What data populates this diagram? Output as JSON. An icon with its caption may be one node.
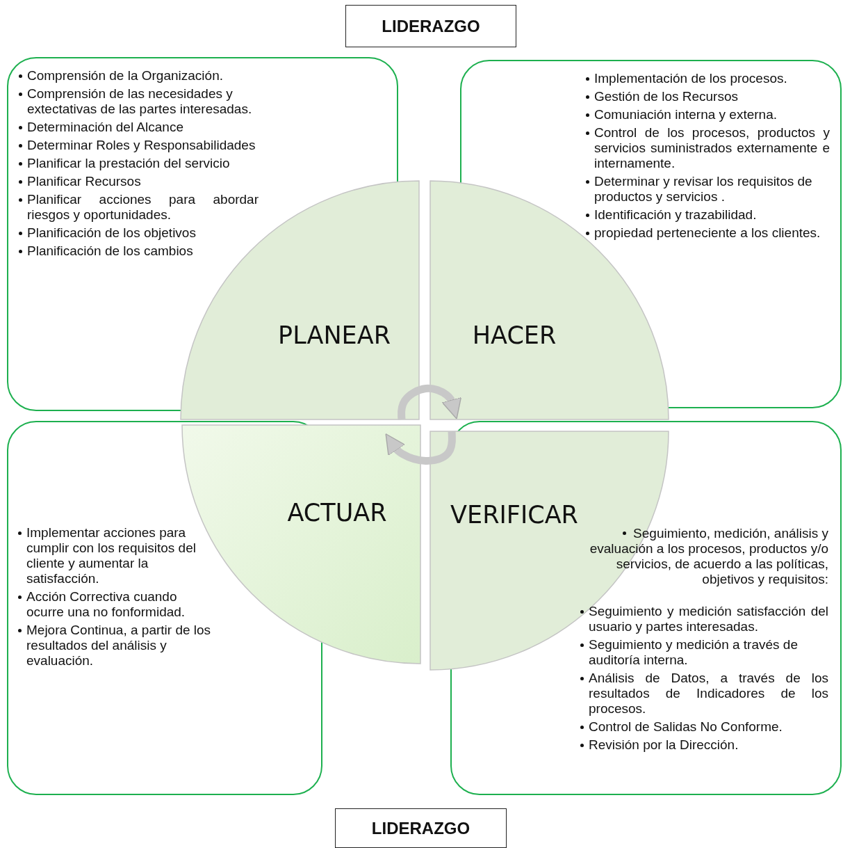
{
  "diagram": {
    "nodes": [
      {
        "text": [
          "LIDERAZGO"
        ]
      },
      {
        "text": [
          "Comprensión de la Organización.",
          "Comprensión de las necesidades y extectativas de las partes interesadas.",
          "Determinación del Alcance",
          "Determinar Roles y Responsabilidades",
          "Planificar la prestación del servicio",
          "Planificar Recursos",
          "Planificar acciones para abordar riesgos y oportunidades.",
          "Planificación de los objetivos",
          "Planificación de los cambios"
        ]
      },
      {
        "text": [
          "Implementación de los procesos.",
          "Gestión de los Recursos",
          "Comuniación interna y externa.",
          "Control de los procesos, productos y servicios suministrados externamente e internamente.",
          "Determinar y revisar los requisitos de productos y servicios .",
          "Identificación y trazabilidad.",
          "propiedad perteneciente a los clientes."
        ]
      },
      {
        "text": [
          "PLANEAR"
        ]
      },
      {
        "text": [
          "HACER"
        ]
      },
      {
        "text": [
          "ACTUAR"
        ]
      },
      {
        "text": [
          "VERIFICAR"
        ]
      },
      {
        "text": [
          "Implementar acciones para cumplir con los requisitos del cliente y aumentar la satisfacción.",
          "Acción Correctiva cuando ocurre una no fonformidad.",
          "Mejora Continua, a partir de los resultados del análisis y evaluación."
        ]
      },
      {
        "text": [
          "Seguimiento, medición, análisis y evaluación a los procesos, productos y/o servicios, de acuerdo a las políticas, objetivos y requisitos:",
          "Seguimiento y medición satisfacción del usuario y partes interesadas.",
          "Seguimiento y medición a través de auditoría interna.",
          "Análisis de Datos, a través de los resultados de Indicadores de los procesos.",
          "Control de Salidas No Conforme.",
          "Revisión por la Dirección."
        ]
      },
      {
        "text": [
          "LIDERAZGO"
        ]
      }
    ],
    "edges": [
      {
        "from": 3,
        "to": 4,
        "arrow": "to"
      },
      {
        "from": 6,
        "to": 5,
        "arrow": "to"
      }
    ]
  }
}
